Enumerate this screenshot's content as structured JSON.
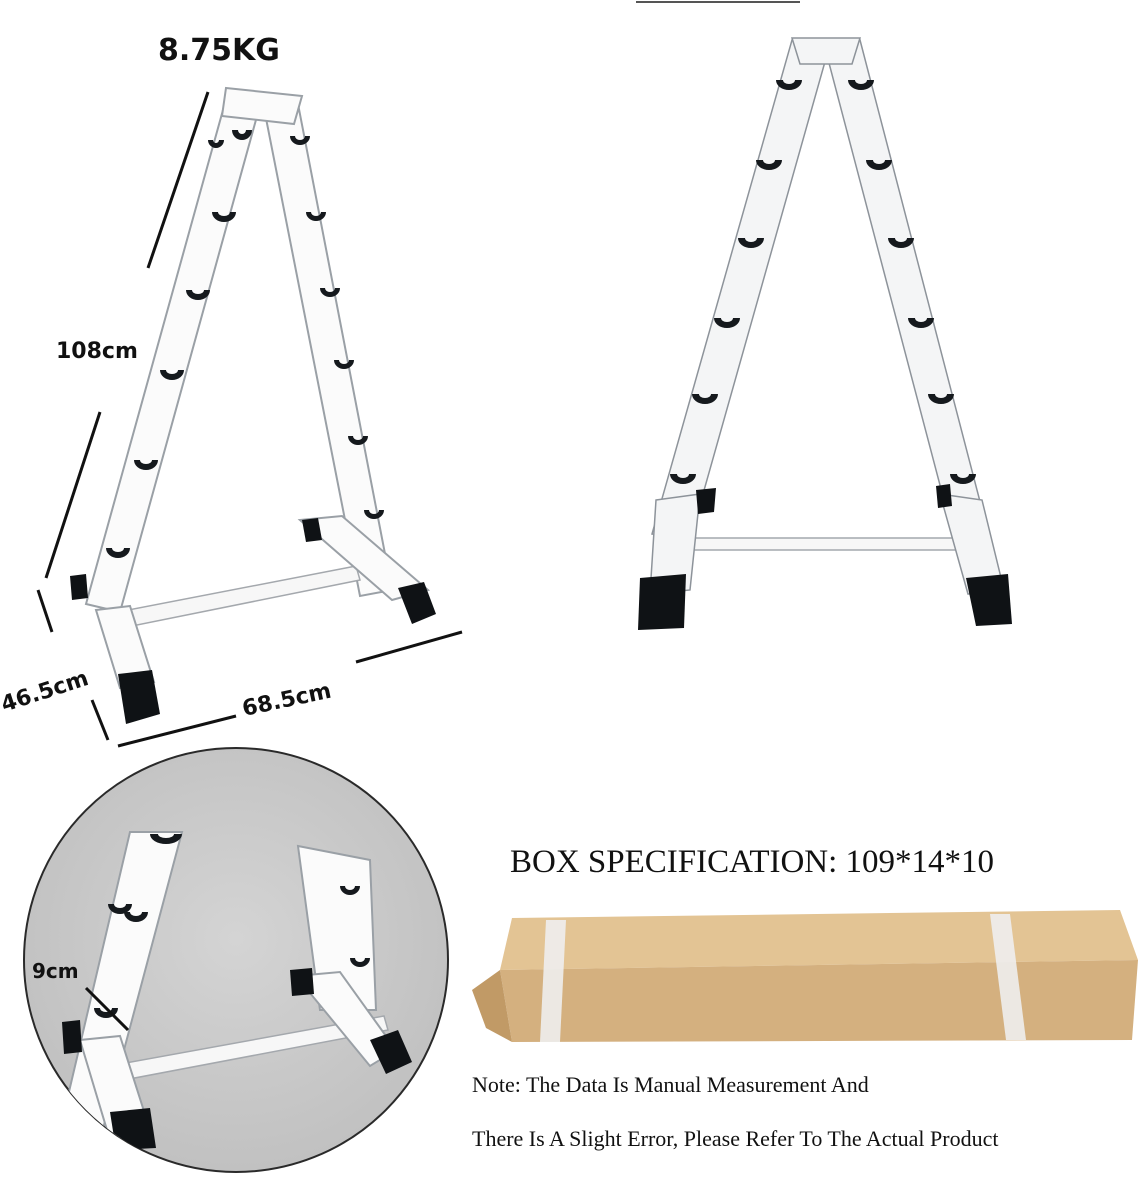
{
  "labels": {
    "weight": "8.75KG",
    "height": "108cm",
    "depth": "46.5cm",
    "width": "68.5cm",
    "hook_spacing": "9cm",
    "box_spec": "BOX SPECIFICATION: 109*14*10",
    "note_line1": "Note: The Data Is Manual Measurement And",
    "note_line2": "There Is A Slight Error, Please Refer To The Actual Product"
  },
  "colors": {
    "frame": "#fbfbfb",
    "hooks": "#15191d",
    "circle_bg": "#c9c9c9",
    "box": "#d4b07f"
  }
}
